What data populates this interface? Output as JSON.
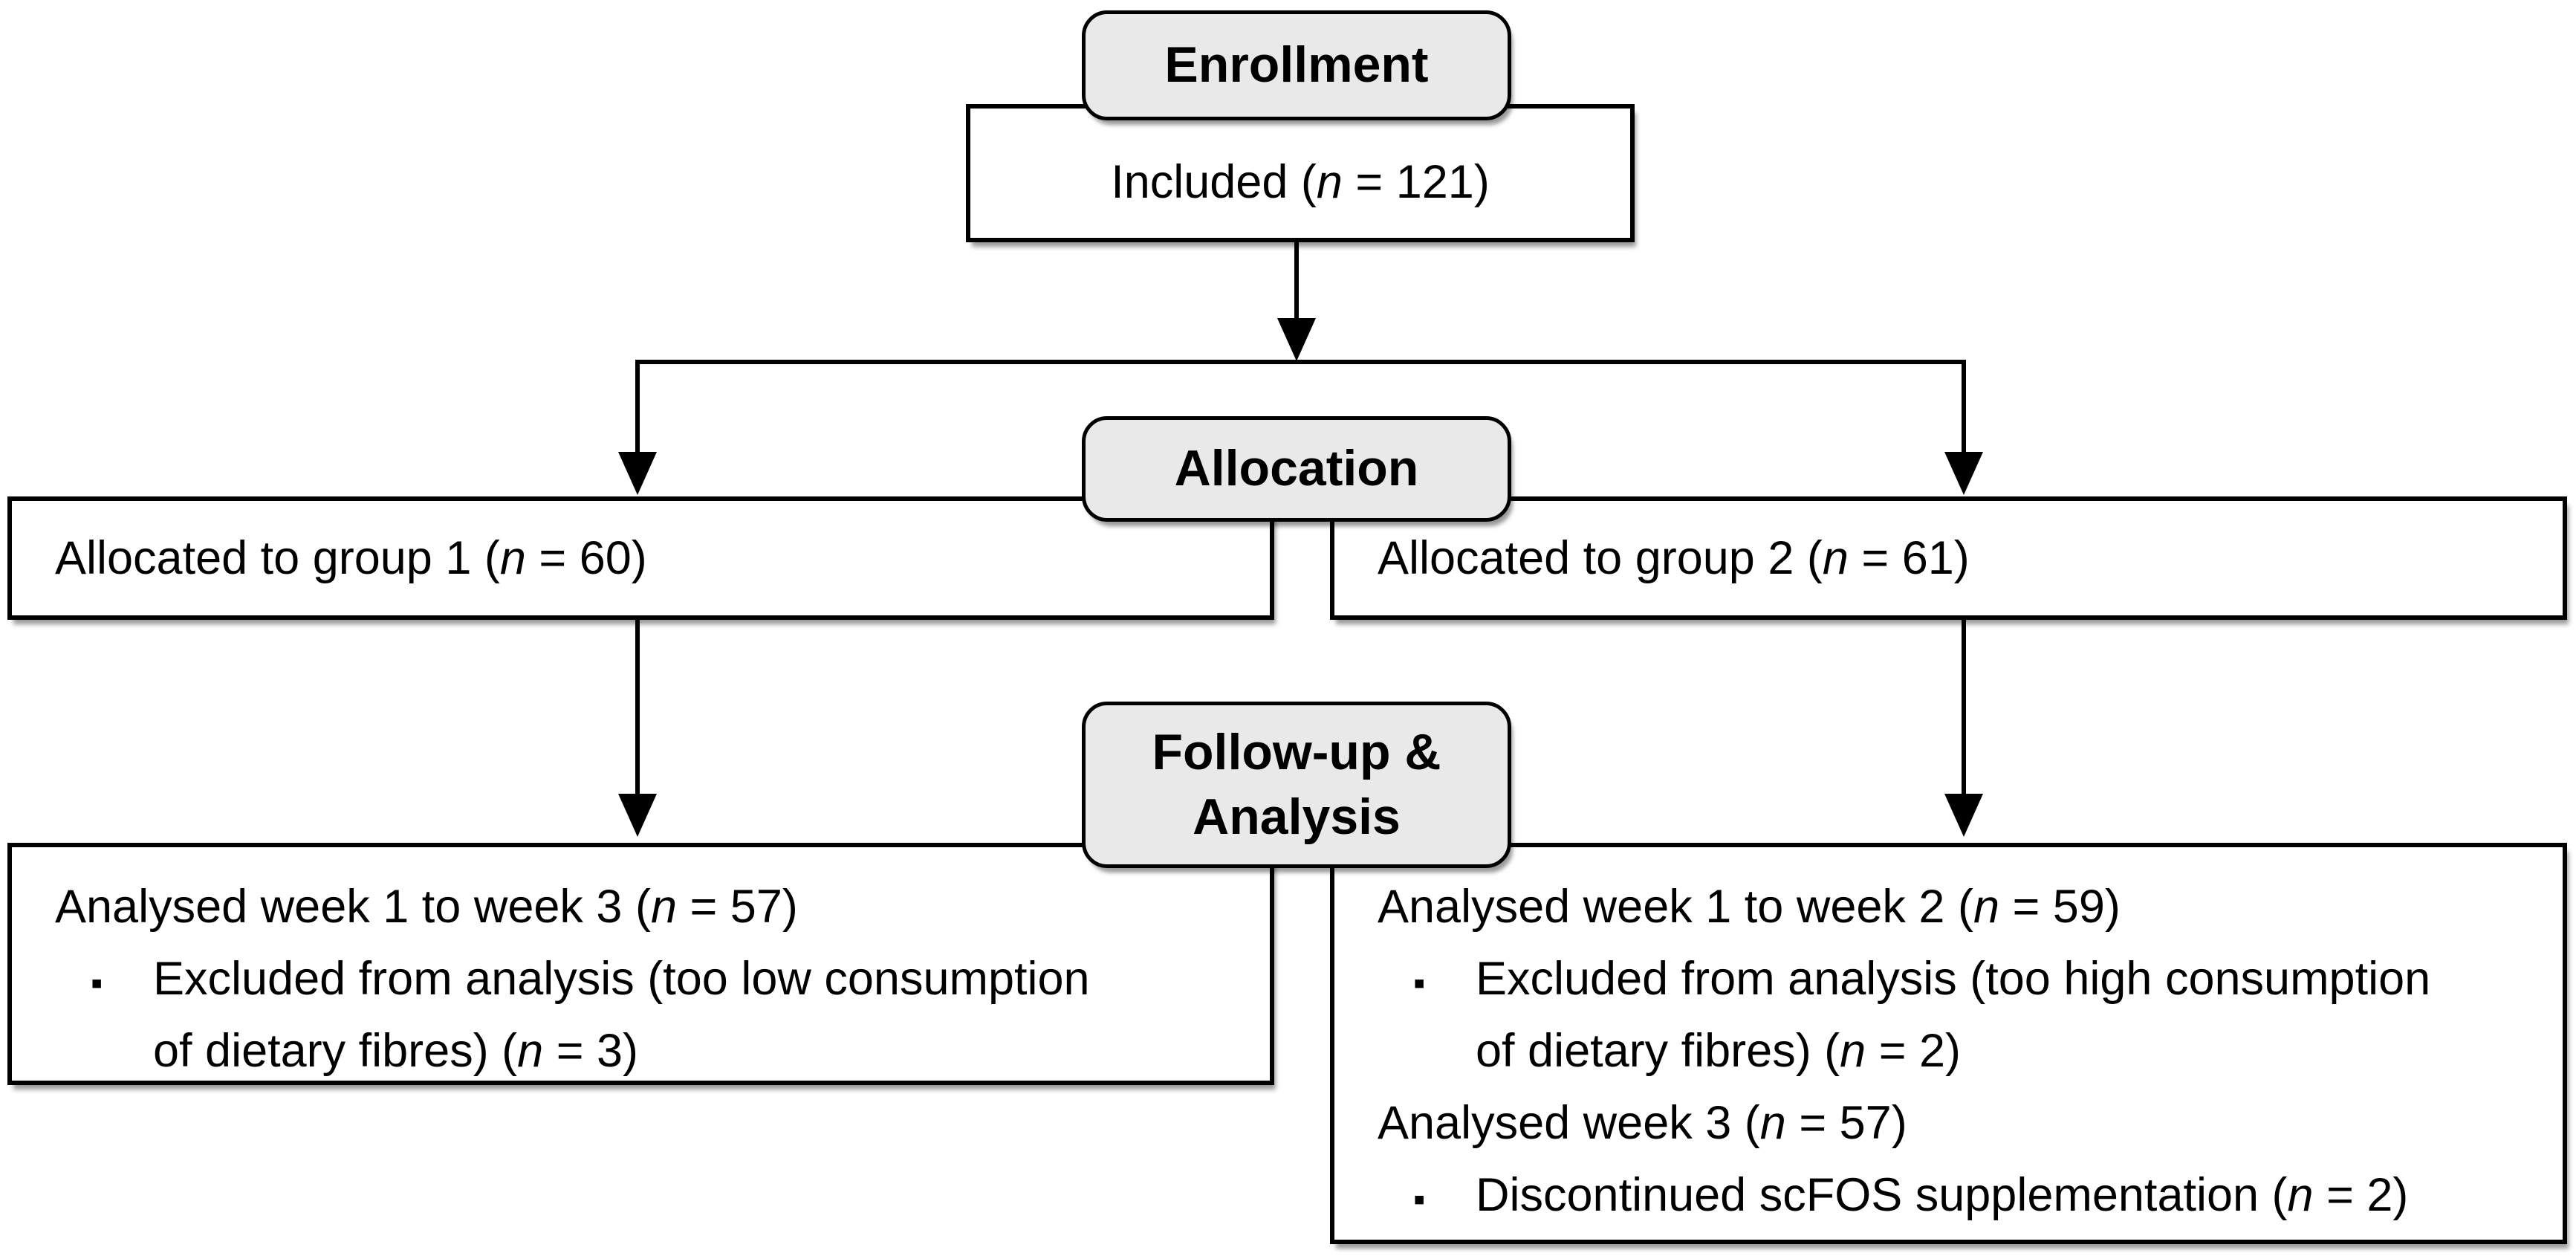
{
  "diagram": {
    "title": "Participant flow diagram",
    "bullet_char": "▪",
    "stages": {
      "enrollment": {
        "label": "Enrollment"
      },
      "allocation": {
        "label": "Allocation"
      },
      "followup": {
        "label_line1": "Follow-up &",
        "label_line2": "Analysis"
      }
    },
    "boxes": {
      "included": {
        "pre": "Included (",
        "n": "n",
        "post": " = 121)"
      },
      "group1": {
        "pre": "Allocated to group 1 (",
        "n": "n",
        "post": " = 60)"
      },
      "group2": {
        "pre": "Allocated to group 2 (",
        "n": "n",
        "post": " = 61)"
      },
      "analysis1": {
        "rows": [
          {
            "style": "plain",
            "pre": "Analysed week 1 to week 3 (",
            "n": "n",
            "post": " = 57)"
          },
          {
            "style": "bullet",
            "pre": "Excluded from analysis (too low consumption"
          },
          {
            "style": "cont",
            "pre": "of dietary fibres) (",
            "n": "n",
            "post": " = 3)"
          }
        ]
      },
      "analysis2": {
        "rows": [
          {
            "style": "plain",
            "pre": "Analysed week 1 to week 2 (",
            "n": "n",
            "post": " = 59)"
          },
          {
            "style": "bullet",
            "pre": "Excluded from analysis (too high consumption"
          },
          {
            "style": "cont",
            "pre": "of dietary fibres) (",
            "n": "n",
            "post": " = 2)"
          },
          {
            "style": "plain",
            "pre": "Analysed week 3 (",
            "n": "n",
            "post": " = 57)"
          },
          {
            "style": "bullet",
            "pre": "Discontinued scFOS supplementation (",
            "n": "n",
            "post": " = 2)"
          }
        ]
      }
    },
    "colors": {
      "border": "#000000",
      "box_fill": "#ffffff",
      "tab_fill": "#e9e9e9",
      "text": "#000000",
      "background": "#ffffff"
    }
  }
}
